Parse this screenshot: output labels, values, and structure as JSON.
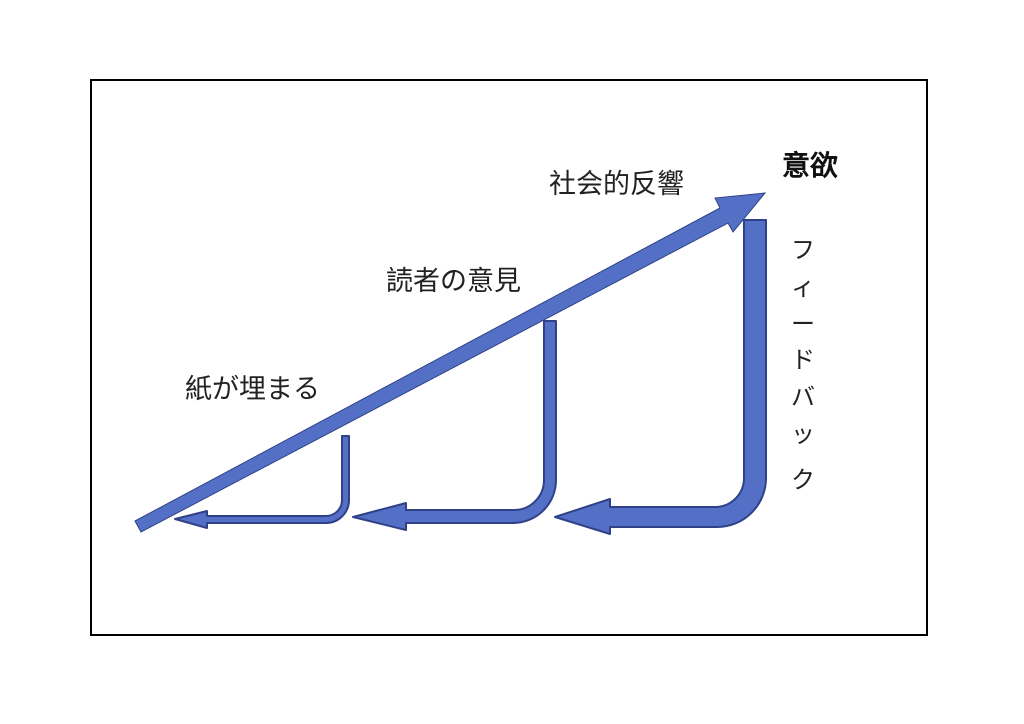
{
  "diagram": {
    "labels": {
      "motivation": "意欲",
      "social_response": "社会的反響",
      "reader_opinion": "読者の意見",
      "fill_paper": "紙が埋まる"
    },
    "feedback_chars": [
      "フ",
      "ィ",
      "ー",
      "ド",
      "バ",
      "ッ",
      "ク"
    ],
    "colors": {
      "arrow_fill": "#5470C6",
      "arrow_stroke": "#2F4287",
      "frame": "#000000"
    }
  }
}
